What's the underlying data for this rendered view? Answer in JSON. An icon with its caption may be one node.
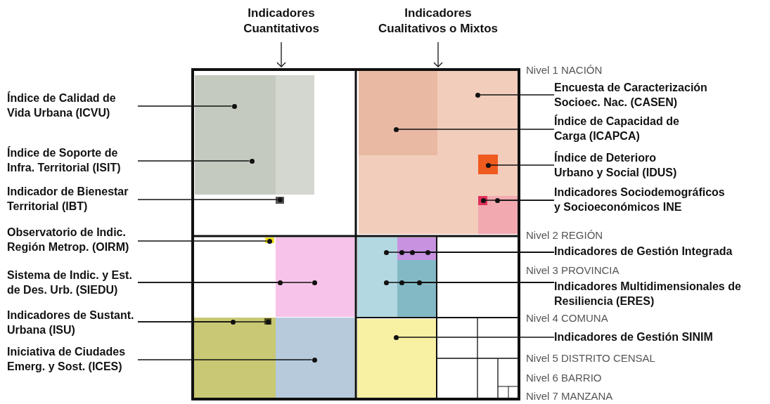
{
  "diagram": {
    "nodes": [
      {
        "text": [
          "Indicadores Cuantitativos"
        ]
      },
      {
        "text": [
          "Indicadores Cualitativos o Mixtos"
        ]
      },
      {
        "text": [],
        "shape": "box"
      },
      {
        "text": [
          "Índice de Calidad de Vida Urbana (ICVU)"
        ]
      },
      {
        "text": [
          "Índice de Soporte de Infra. Territorial  (ISIT)"
        ]
      },
      {
        "text": [
          "Indicador de Bienestar Territorial (IBT)"
        ]
      },
      {
        "text": [
          "Observatorio de Indic. Región Metrop. (OIRM)"
        ]
      },
      {
        "text": [
          "Sistema de Indic. y Est. de Des. Urb. (SIEDU)"
        ]
      },
      {
        "text": [
          "Indicadores de Sustant. Urbana (ISU)"
        ]
      },
      {
        "text": [
          "Iniciativa de Ciudades Emerg. y Sost. (ICES)"
        ]
      },
      {
        "text": [
          "Encuesta de Caracterización Socioec. Nac. (CASEN)"
        ]
      },
      {
        "text": [
          "Índice de Capacidad de Carga (ICAPCA)"
        ]
      },
      {
        "text": [
          "Índice de Deterioro Urbano y Social (IDUS)"
        ]
      },
      {
        "text": [
          "Indicadores Sociodemográficos y Socioeconómicos INE"
        ]
      },
      {
        "text": [
          "Indicadores de Gestión Integrada"
        ]
      },
      {
        "text": [
          "Indicadores Multidimensionales de Resiliencia (ERES)"
        ]
      },
      {
        "text": [
          "Indicadores de Gestión SINIM"
        ]
      },
      {
        "text": [],
        "shape": "circle",
        "in": 2
      },
      {
        "text": [],
        "shape": "circle",
        "in": 2
      },
      {
        "text": [],
        "shape": "circle",
        "in": 2
      },
      {
        "text": [],
        "shape": "circle",
        "in": 2
      },
      {
        "text": [],
        "shape": "circle",
        "in": 2
      },
      {
        "text": [],
        "shape": "circle",
        "in": 2
      },
      {
        "text": [],
        "shape": "circle",
        "in": 2
      },
      {
        "text": [],
        "shape": "circle",
        "in": 2
      },
      {
        "text": [],
        "shape": "circle",
        "in": 2
      },
      {
        "text": [],
        "shape": "circle",
        "in": 2
      },
      {
        "text": [],
        "shape": "circle",
        "in": 2
      },
      {
        "text": [],
        "shape": "circle",
        "in": 2
      },
      {
        "text": [],
        "shape": "circle",
        "in": 2
      },
      {
        "text": [],
        "shape": "circle",
        "in": 2
      },
      {
        "text": [],
        "shape": "circle",
        "in": 2
      },
      {
        "text": [],
        "shape": "circle",
        "in": 2
      },
      {
        "text": [],
        "shape": "circle",
        "in": 2
      },
      {
        "text": [],
        "shape": "circle",
        "in": 2
      },
      {
        "text": [],
        "shape": "circle",
        "in": 2
      },
      {
        "text": [],
        "shape": "circle",
        "in": 2
      },
      {
        "text": [],
        "shape": "circle",
        "in": 2
      },
      {
        "text": [],
        "shape": "circle",
        "in": 2
      }
    ],
    "edges": [
      {
        "from": 0,
        "to": 2,
        "arrow": "to"
      },
      {
        "from": 1,
        "to": 2,
        "arrow": "to"
      },
      {
        "from": 3,
        "to": 17,
        "arrow": "none"
      },
      {
        "from": 4,
        "to": 18,
        "arrow": "none"
      },
      {
        "from": 5,
        "to": 19,
        "arrow": "none"
      },
      {
        "from": 6,
        "to": 20,
        "arrow": "none"
      },
      {
        "from": 7,
        "to": 21,
        "arrow": "none"
      },
      {
        "from": 7,
        "to": 22,
        "arrow": "none"
      },
      {
        "from": 8,
        "to": 23,
        "arrow": "none"
      },
      {
        "from": 8,
        "to": 24,
        "arrow": "none"
      },
      {
        "from": 9,
        "to": 25,
        "arrow": "none"
      },
      {
        "from": 10,
        "to": 26,
        "arrow": "none"
      },
      {
        "from": 11,
        "to": 27,
        "arrow": "none"
      },
      {
        "from": 12,
        "to": 28,
        "arrow": "none"
      },
      {
        "from": 13,
        "to": 29,
        "arrow": "none"
      },
      {
        "from": 13,
        "to": 30,
        "arrow": "none"
      },
      {
        "from": 14,
        "to": 31,
        "arrow": "none"
      },
      {
        "from": 14,
        "to": 32,
        "arrow": "none"
      },
      {
        "from": 14,
        "to": 33,
        "arrow": "none"
      },
      {
        "from": 14,
        "to": 34,
        "arrow": "none"
      },
      {
        "from": 15,
        "to": 35,
        "arrow": "none"
      },
      {
        "from": 15,
        "to": 36,
        "arrow": "none"
      },
      {
        "from": 15,
        "to": 37,
        "arrow": "none"
      },
      {
        "from": 16,
        "to": 38,
        "arrow": "none"
      }
    ],
    "labels": [
      "Nivel 1 NACIÓN",
      "Nivel 2 REGIÓN",
      "Nivel 3 PROVINCIA",
      "Nivel 4 COMUNA",
      "Nivel 5 DISTRITO CENSAL",
      "Nivel 6 BARRIO",
      "Nivel 7 MANZANA"
    ]
  }
}
